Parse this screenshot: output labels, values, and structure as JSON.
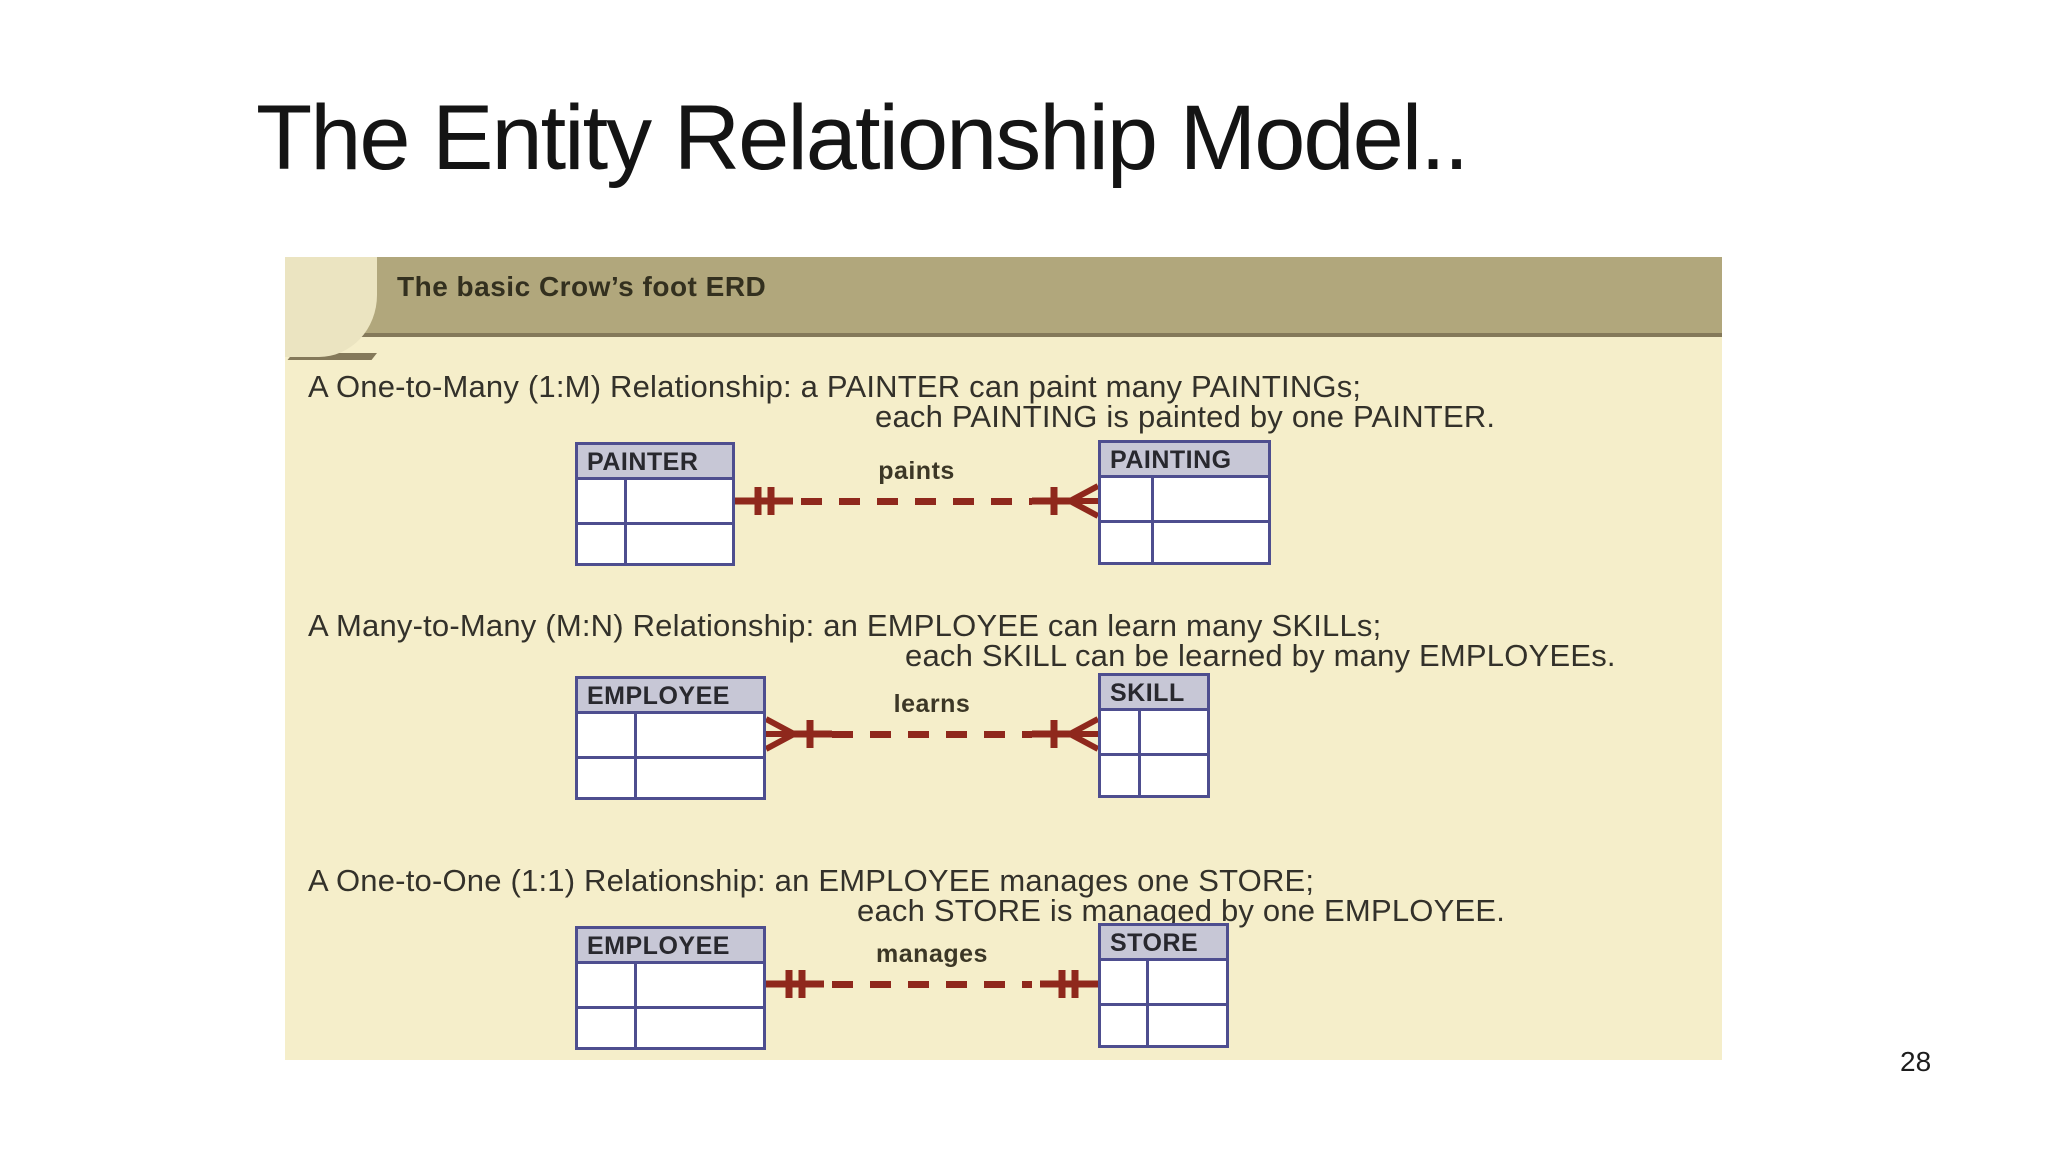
{
  "slide": {
    "title": "The Entity Relationship Model..",
    "page_number": "28"
  },
  "panel": {
    "header": "The basic Crow’s foot ERD",
    "notation": "crow's foot",
    "colors": {
      "panel_body": "#f5eeca",
      "panel_band": "#b1a77c",
      "notch": "#ebe4c1",
      "entity_border": "#4e4e8f",
      "entity_header_bg": "#c7c7d6",
      "connector_line": "#8f281c",
      "text": "#33312a"
    }
  },
  "sections": [
    {
      "line1": "A One-to-Many (1:M) Relationship: a PAINTER can paint many PAINTINGs;",
      "line2": "each PAINTING is painted by one PAINTER.",
      "left_entity": "PAINTER",
      "right_entity": "PAINTING",
      "verb": "paints",
      "left_cardinality": "exactly-one",
      "right_cardinality": "many"
    },
    {
      "line1": "A Many-to-Many (M:N) Relationship: an EMPLOYEE can learn many SKILLs;",
      "line2": "each SKILL can be learned by many EMPLOYEEs.",
      "left_entity": "EMPLOYEE",
      "right_entity": "SKILL",
      "verb": "learns",
      "left_cardinality": "many",
      "right_cardinality": "many"
    },
    {
      "line1": "A One-to-One (1:1) Relationship: an EMPLOYEE manages one STORE;",
      "line2": "each STORE is managed by one EMPLOYEE.",
      "left_entity": "EMPLOYEE",
      "right_entity": "STORE",
      "verb": "manages",
      "left_cardinality": "exactly-one",
      "right_cardinality": "exactly-one"
    }
  ]
}
